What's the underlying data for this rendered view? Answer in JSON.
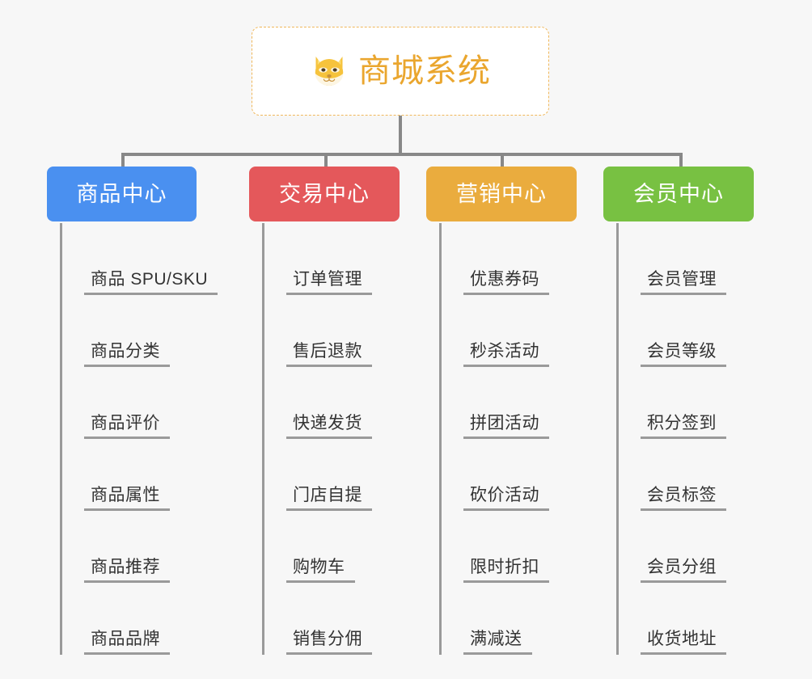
{
  "root": {
    "title": "商城系统",
    "icon": "shiba-dog-icon",
    "border_color": "#f0b75a",
    "text_color": "#eaa62e",
    "background": "#ffffff"
  },
  "canvas": {
    "background": "#f7f7f7",
    "connector_color": "#888888",
    "leaf_line_color": "#9a9a9a",
    "leaf_text_color": "#333333"
  },
  "branches": [
    {
      "label": "商品中心",
      "color": "#4a90f0",
      "items": [
        "商品 SPU/SKU",
        "商品分类",
        "商品评价",
        "商品属性",
        "商品推荐",
        "商品品牌"
      ]
    },
    {
      "label": "交易中心",
      "color": "#e4585b",
      "items": [
        "订单管理",
        "售后退款",
        "快递发货",
        "门店自提",
        "购物车",
        "销售分佣"
      ]
    },
    {
      "label": "营销中心",
      "color": "#eaac3e",
      "items": [
        "优惠券码",
        "秒杀活动",
        "拼团活动",
        "砍价活动",
        "限时折扣",
        "满减送"
      ]
    },
    {
      "label": "会员中心",
      "color": "#78c142",
      "items": [
        "会员管理",
        "会员等级",
        "积分签到",
        "会员标签",
        "会员分组",
        "收货地址"
      ]
    }
  ]
}
